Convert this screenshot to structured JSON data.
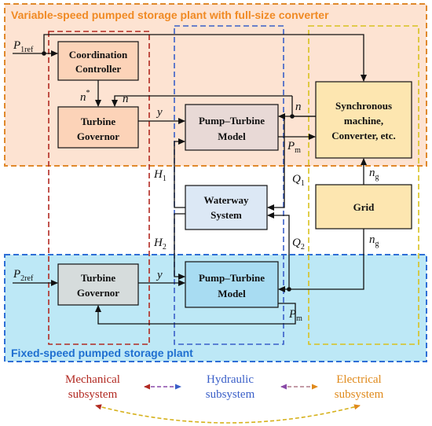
{
  "colors": {
    "variable_region_fill": "#fde3d2",
    "variable_region_border": "#e0892c",
    "fixed_region_fill": "#bde8f6",
    "fixed_region_border": "#2f6fd6",
    "mechanical": "#b22a22",
    "hydraulic": "#3a5fc8",
    "electrical": "#e08a1c",
    "electrical_box_border": "#d8c11f",
    "orange_block": "#fcd3b8",
    "brown_block": "#e8d9d6",
    "yellow_block": "#fde6b0",
    "light_blue_block": "#dce8f5",
    "blue_block": "#a8dcf2",
    "gray_block": "#d6dcdc"
  },
  "regions": {
    "variable_title": "Variable-speed pumped storage plant with full-size converter",
    "fixed_title": "Fixed-speed pumped storage plant"
  },
  "blocks": {
    "coordination_controller": [
      "Coordination",
      "Controller"
    ],
    "turbine_governor_top": [
      "Turbine",
      "Governor"
    ],
    "pump_turbine_top": [
      "Pump–Turbine",
      "Model"
    ],
    "synchronous_machine": [
      "Synchronous",
      "machine,",
      "Converter, etc."
    ],
    "waterway": [
      "Waterway",
      "System"
    ],
    "grid": [
      "Grid"
    ],
    "turbine_governor_bottom": [
      "Turbine",
      "Governor"
    ],
    "pump_turbine_bottom": [
      "Pump–Turbine",
      "Model"
    ]
  },
  "signals": {
    "p1ref": {
      "base": "P",
      "sub": "1ref"
    },
    "p2ref": {
      "base": "P",
      "sub": "2ref"
    },
    "nstar": {
      "base": "n",
      "sup": "*"
    },
    "n_top_gov": {
      "base": "n"
    },
    "y_top": {
      "base": "y"
    },
    "n_top_pt": {
      "base": "n"
    },
    "pm_top": {
      "base": "P",
      "sub": "m"
    },
    "h1": {
      "base": "H",
      "sub": "1"
    },
    "q1": {
      "base": "Q",
      "sub": "1"
    },
    "h2": {
      "base": "H",
      "sub": "2"
    },
    "q2": {
      "base": "Q",
      "sub": "2"
    },
    "ng_top": {
      "base": "n",
      "sub": "g"
    },
    "ng_bottom": {
      "base": "n",
      "sub": "g"
    },
    "y_bottom": {
      "base": "y"
    },
    "pm_bottom": {
      "base": "P",
      "sub": "m"
    }
  },
  "legend": {
    "mechanical": [
      "Mechanical",
      "subsystem"
    ],
    "hydraulic": [
      "Hydraulic",
      "subsystem"
    ],
    "electrical": [
      "Electrical",
      "subsystem"
    ]
  }
}
